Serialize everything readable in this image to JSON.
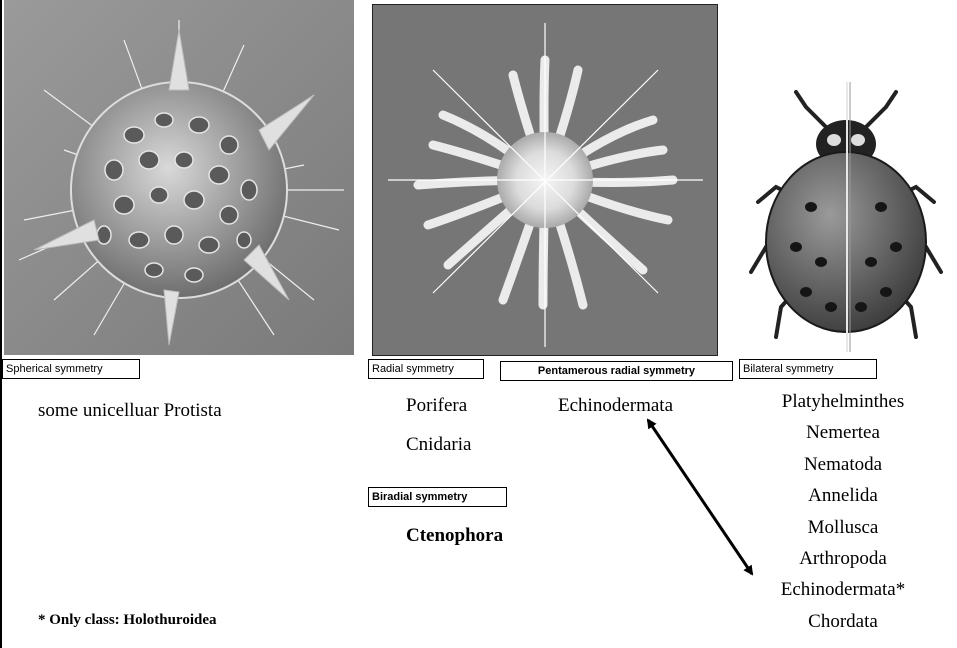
{
  "panels": {
    "spherical": {
      "label": "Spherical symmetry",
      "groups": [
        "some unicelluar Protista"
      ],
      "image_description_icon": "radiolarian-icon"
    },
    "radial": {
      "label": "Radial symmetry",
      "groups": [
        "Porifera",
        "Cnidaria"
      ],
      "image_description_icon": "sea-anemone-icon"
    },
    "pentamerous": {
      "label": "Pentamerous radial symmetry",
      "groups": [
        "Echinodermata"
      ]
    },
    "biradial": {
      "label": "Biradial symmetry",
      "groups": [
        "Ctenophora"
      ]
    },
    "bilateral": {
      "label": "Bilateral symmetry",
      "groups": [
        "Platyhelminthes",
        "Nemertea",
        "Nematoda",
        "Annelida",
        "Mollusca",
        "Arthropoda",
        "Echinodermata*",
        "Chordata"
      ],
      "image_description_icon": "ladybird-beetle-icon"
    }
  },
  "footnote": "* Only class: Holothuroidea",
  "colors": {
    "background": "#ffffff",
    "text": "#000000",
    "photo_gray": "#8c8c8c",
    "axis_line": "#e8e8e8"
  }
}
